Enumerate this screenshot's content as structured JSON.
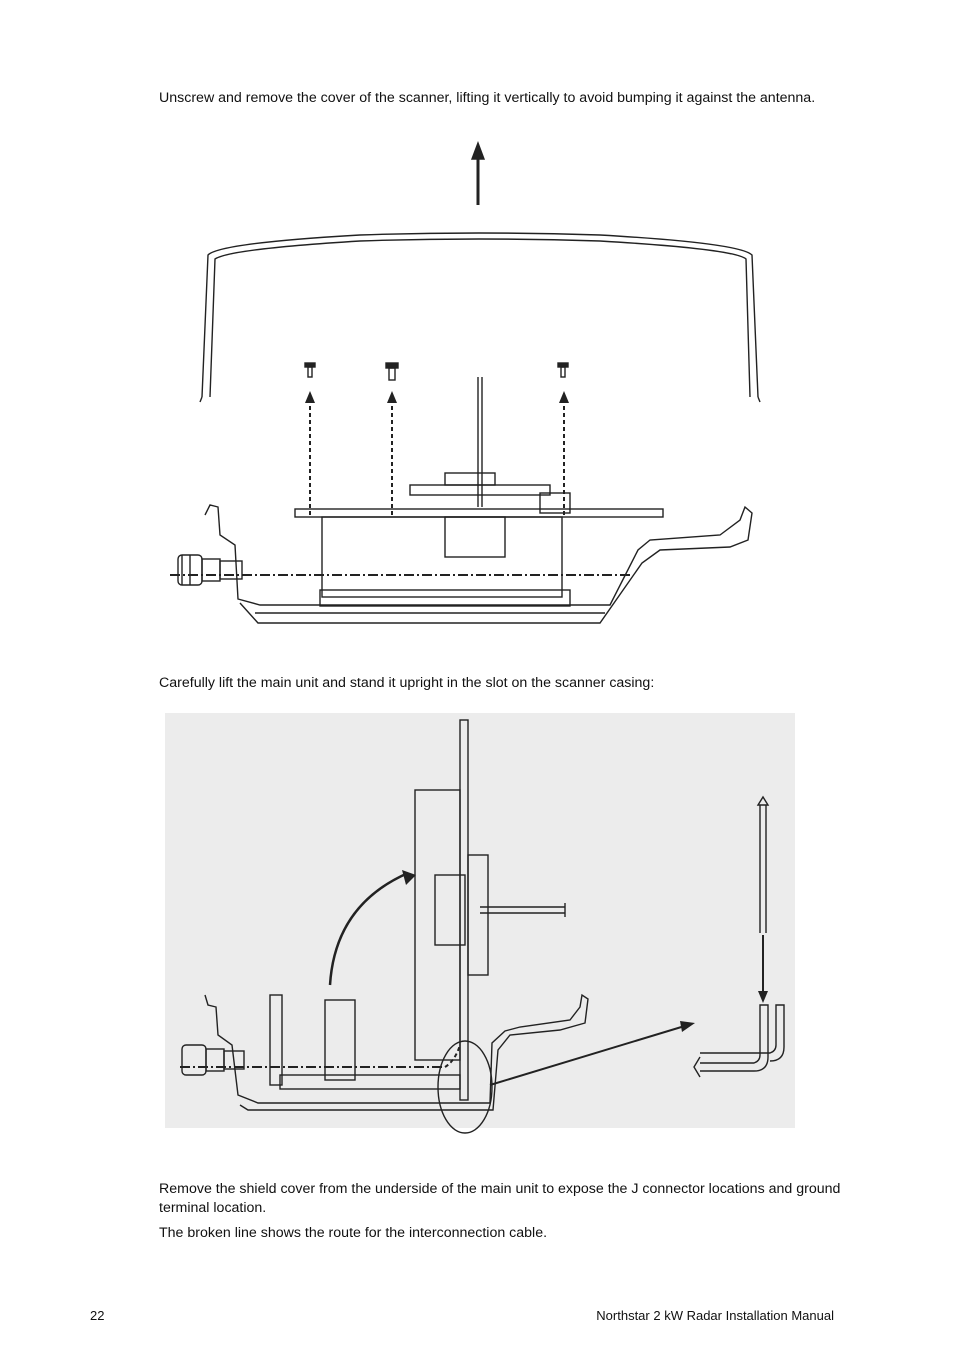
{
  "paragraphs": {
    "p1": "Unscrew and remove the cover of the scanner, lifting it vertically to avoid bumping it against the antenna.",
    "p2": "Carefully lift the main unit and stand it upright in the slot on the scanner casing:",
    "p3": "Remove the shield cover from the underside of the main unit to expose the J connector locations and ground terminal location.",
    "p4": "The broken line shows the route for the interconnection cable."
  },
  "footer": {
    "page_number": "22",
    "manual_title": "Northstar 2 kW Radar Installation Manual"
  }
}
